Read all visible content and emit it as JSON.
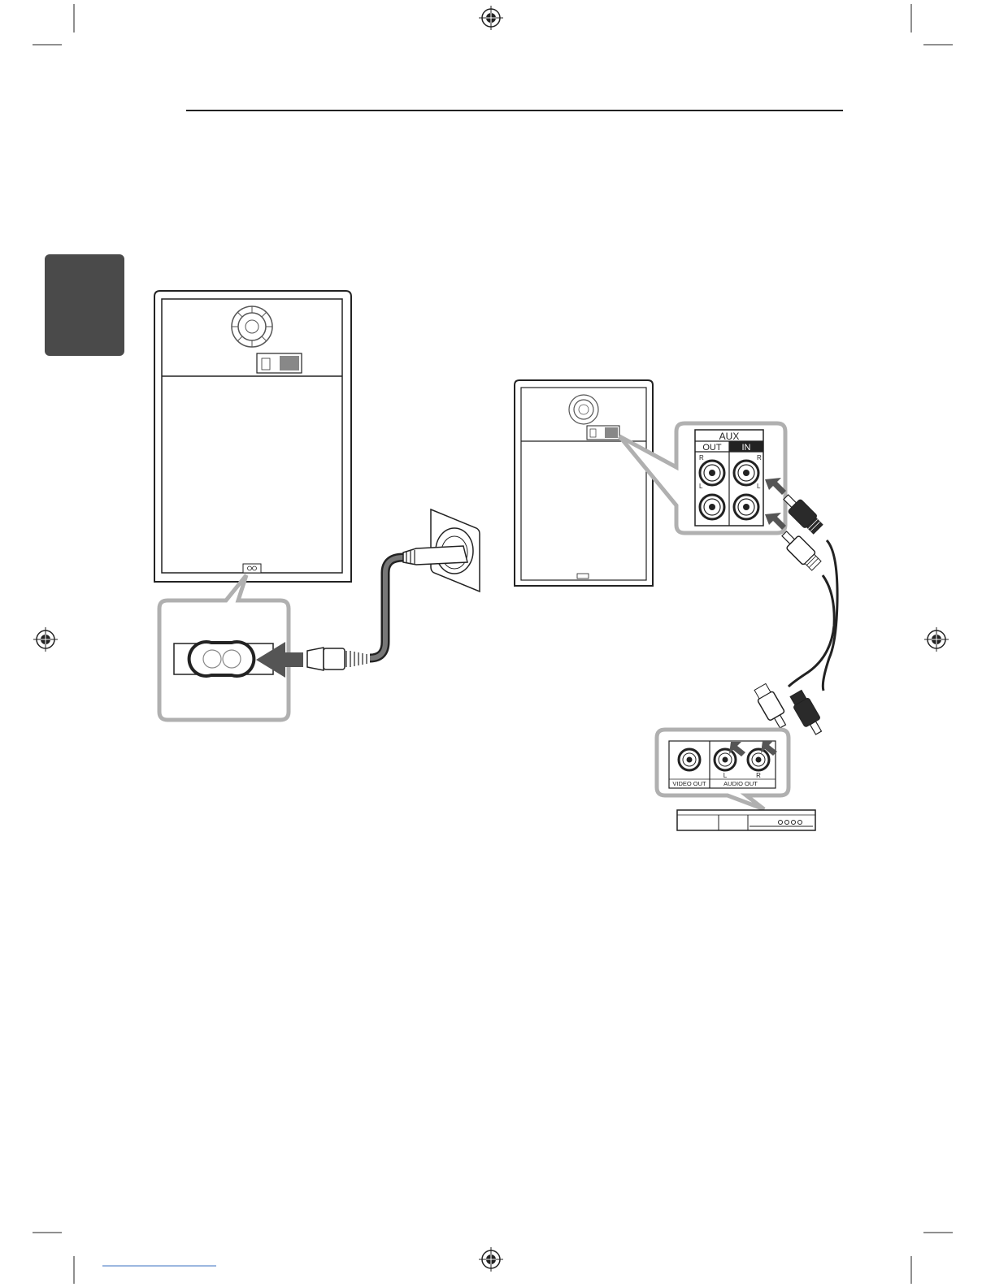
{
  "aux_panel": {
    "title": "AUX",
    "out_label": "OUT",
    "in_label": "IN",
    "ch_r": "R",
    "ch_l": "L"
  },
  "player_panel": {
    "video_out_label": "VIDEO OUT",
    "audio_out_label": "AUDIO OUT",
    "ch_l": "L",
    "ch_r": "R"
  },
  "colors": {
    "callout_gray": "#b0b0b0",
    "chapter_tab": "#4a4a4a",
    "line": "#222222",
    "cable_dark": "#2a2a2a",
    "cable_mid": "#555555",
    "arrow": "#555555"
  }
}
